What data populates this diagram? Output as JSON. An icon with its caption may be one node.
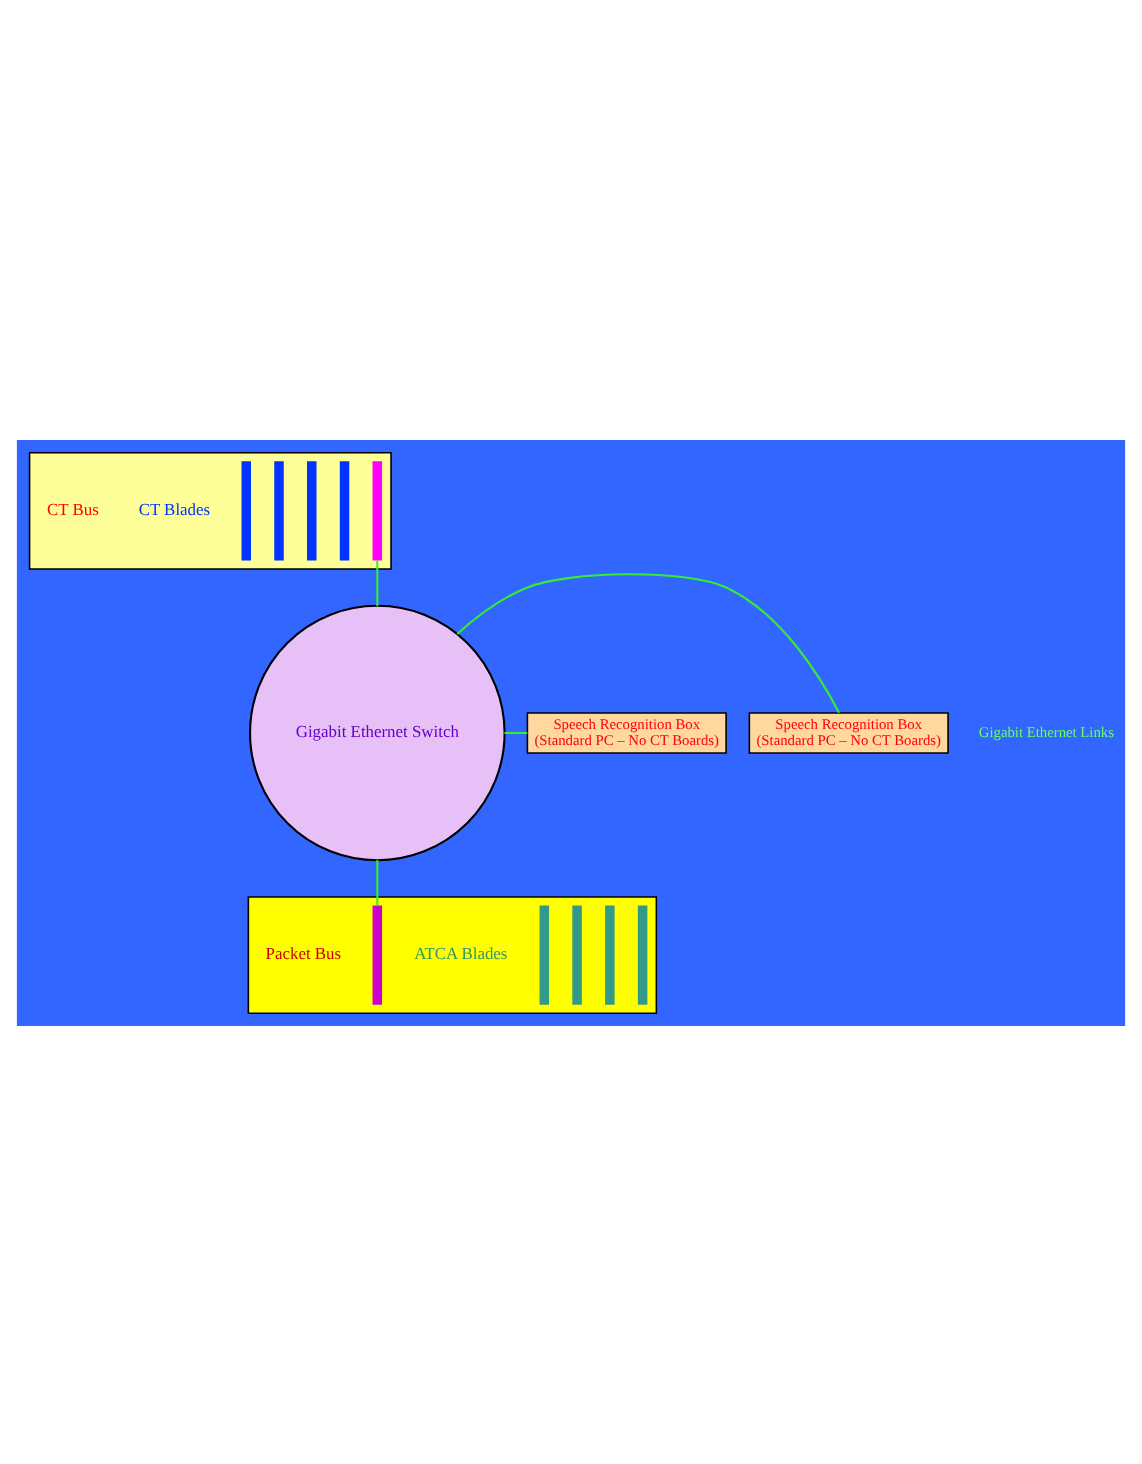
{
  "diagram": {
    "nodes": [
      {
        "text": [],
        "shape": "box"
      },
      {
        "text": [
          "CT Bus"
        ],
        "in": 0
      },
      {
        "text": [
          "CT Blades"
        ],
        "in": 0
      },
      {
        "text": [],
        "shape": "bar",
        "in": 0
      },
      {
        "text": [],
        "shape": "bar",
        "in": 0
      },
      {
        "text": [],
        "shape": "bar",
        "in": 0
      },
      {
        "text": [],
        "shape": "bar",
        "in": 0
      },
      {
        "text": [],
        "shape": "bar",
        "in": 0
      },
      {
        "text": [
          "Gigabit Ethernet Switch"
        ]
      },
      {
        "text": [
          "Speech Recognition Box",
          "(Standard PC – No CT Boards)"
        ]
      },
      {
        "text": [
          "Speech Recognition Box",
          "(Standard PC – No CT Boards)"
        ]
      },
      {
        "text": [],
        "shape": "box"
      },
      {
        "text": [
          "Packet Bus"
        ],
        "in": 11
      },
      {
        "text": [],
        "shape": "bar",
        "in": 11
      },
      {
        "text": [
          "ATCA Blades"
        ],
        "in": 11
      },
      {
        "text": [],
        "shape": "bar",
        "in": 11
      },
      {
        "text": [],
        "shape": "bar",
        "in": 11
      },
      {
        "text": [],
        "shape": "bar",
        "in": 11
      },
      {
        "text": [],
        "shape": "bar",
        "in": 11
      }
    ],
    "edges": [
      {
        "from": 8,
        "to": 7,
        "arrow": "none"
      },
      {
        "from": 8,
        "to": 9,
        "arrow": "none"
      },
      {
        "from": 8,
        "to": 10,
        "arrow": "none"
      },
      {
        "from": 8,
        "to": 13,
        "arrow": "none"
      }
    ],
    "labels": [
      "Gigabit Ethernet Links"
    ]
  }
}
